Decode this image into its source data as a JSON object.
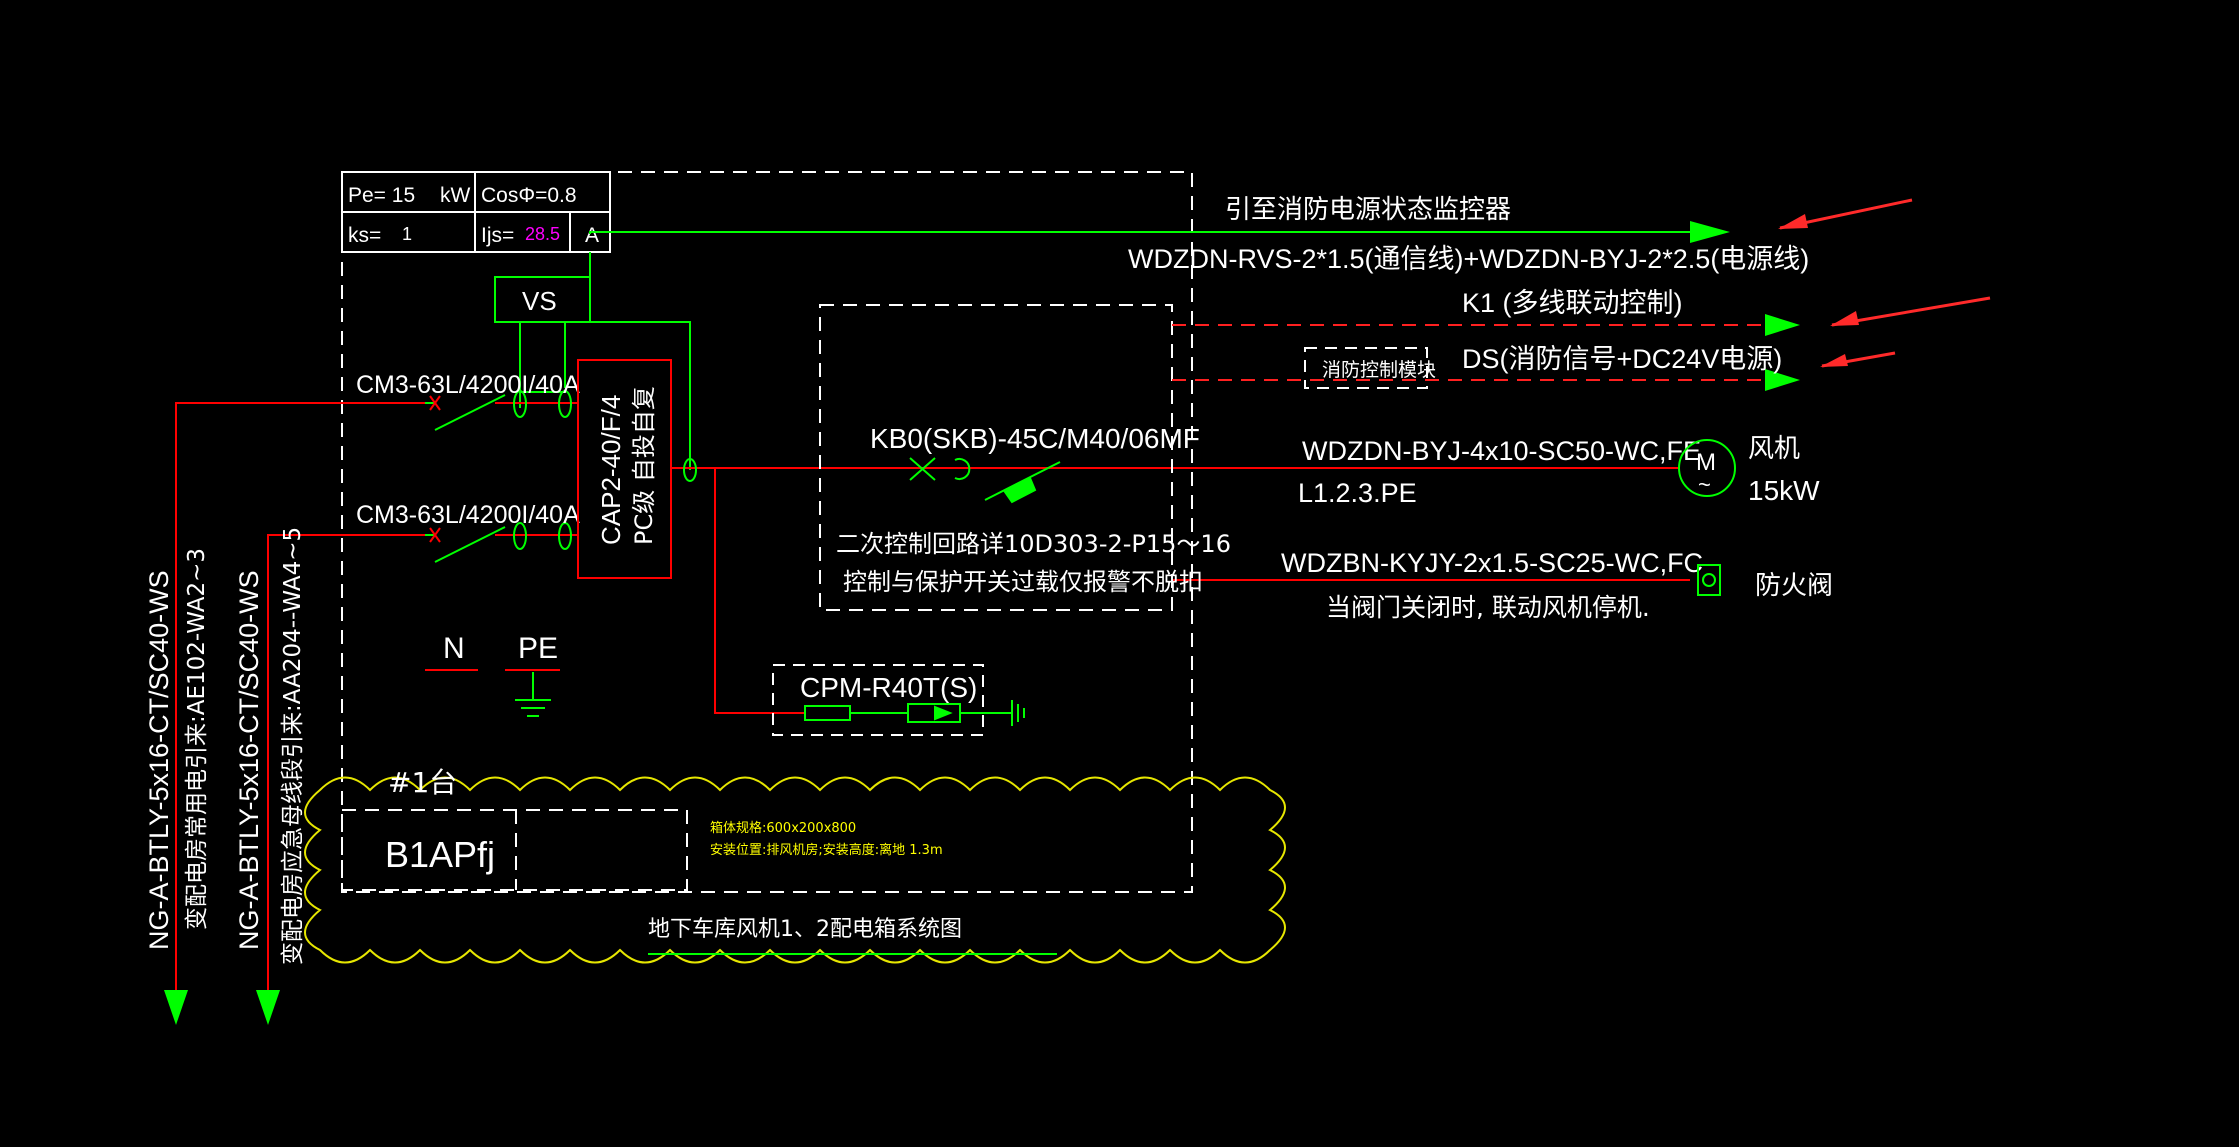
{
  "colors": {
    "background": "#000000",
    "red_wire": "#ff0000",
    "green_wire": "#00ff00",
    "white": "#ffffff",
    "yellow": "#ffff00",
    "magenta": "#ff00ff",
    "dashed_red": "#ff2020",
    "arrow_green": "#00ff00",
    "arrow_annotation": "#ff2a2a"
  },
  "load_table": {
    "pe": "Pe= 15",
    "pe_unit": "kW",
    "cos": "CosΦ=0.8",
    "ks": "ks=",
    "ks_value": "1",
    "ijs_label": "Ijs=",
    "ijs_value": "28.5",
    "ijs_unit": "A"
  },
  "vs_label": "VS",
  "breakers": {
    "top": "CM3-63L/4200I/40A",
    "bottom": "CM3-63L/4200I/40A"
  },
  "ats_box": {
    "line1": "CAP2-40/F/4",
    "line2": "PC级  自投自复"
  },
  "control_module": {
    "kbo_label": "KB0(SKB)-45C/M40/06MF",
    "note1": "二次控制回路详10D303-2-P15～16",
    "note2": "控制与保护开关过载仅报警不脱扣"
  },
  "fire_module_label": "消防控制模块",
  "outgoing": {
    "monitor_title": "引至消防电源状态监控器",
    "monitor_cable": "WDZDN-RVS-2*1.5(通信线)+WDZDN-BYJ-2*2.5(电源线)",
    "k1": "K1 (多线联动控制)",
    "ds": "DS(消防信号+DC24V电源)",
    "fan_cable": "WDZDN-BYJ-4x10-SC50-WC,FE",
    "fan_phases": "L1.2.3.PE",
    "fan_name": "风机",
    "fan_power": "15kW",
    "motor_letter": "M",
    "motor_symbol": "~",
    "damper_cable": "WDZBN-KYJY-2x1.5-SC25-WC,FC",
    "damper_note": "当阀门关闭时, 联动风机停机.",
    "damper_name": "防火阀"
  },
  "spd_label": "CPM-R40T(S)",
  "n_label": "N",
  "pe_label": "PE",
  "cabinet": {
    "number": "#1台",
    "name": "B1APfj",
    "spec1": "箱体规格:600x200x800",
    "spec2": "安装位置:排风机房;安装高度:离地 1.3m"
  },
  "diagram_title": "地下车库风机1、2配电箱系统图",
  "incoming": {
    "feeder1_cable": "NG-A-BTLY-5x16-CT/SC40-WS",
    "feeder1_source": "变配电房常用电引来:AE102-WA2~3",
    "feeder2_cable": "NG-A-BTLY-5x16-CT/SC40-WS",
    "feeder2_source": "变配电房应急母线段引来:AA204--WA4~5"
  }
}
